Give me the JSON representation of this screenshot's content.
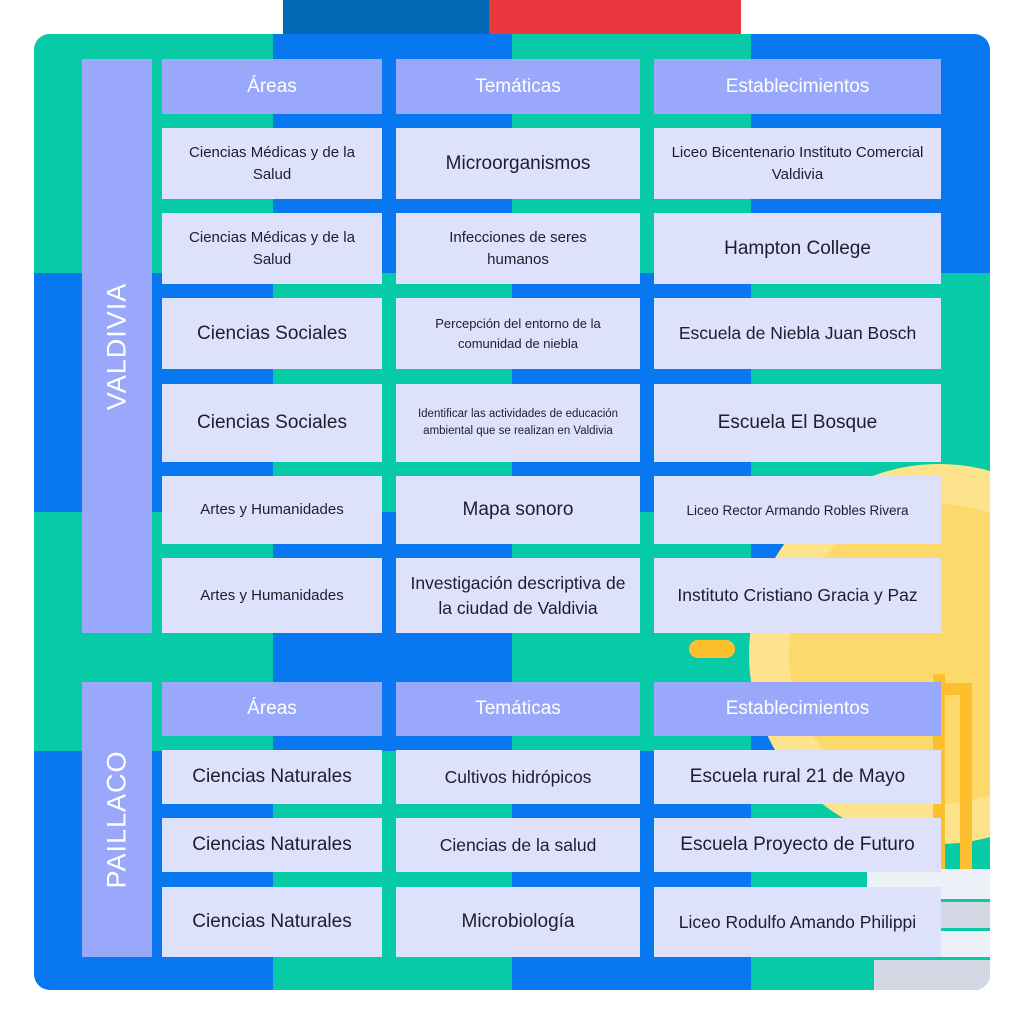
{
  "headers": {
    "areas": "Áreas",
    "tematicas": "Temáticas",
    "establecimientos": "Establecimientos"
  },
  "regions": [
    {
      "name": "VALDIVIA",
      "rows": [
        {
          "area": "Ciencias Médicas y de la Salud",
          "tematica": "Microorganismos",
          "establecimiento": "Liceo Bicentenario Instituto Comercial Valdivia"
        },
        {
          "area": "Ciencias Médicas y de la Salud",
          "tematica": "Infecciones de  seres humanos",
          "establecimiento": "Hampton College"
        },
        {
          "area": "Ciencias Sociales",
          "tematica": "Percepción del entorno de la comunidad de niebla",
          "establecimiento": "Escuela de Niebla Juan Bosch"
        },
        {
          "area": "Ciencias Sociales",
          "tematica": "Identificar las actividades de educación ambiental que se realizan en Valdivia",
          "establecimiento": "Escuela El Bosque"
        },
        {
          "area": "Artes y Humanidades",
          "tematica": "Mapa sonoro",
          "establecimiento": "Liceo Rector Armando Robles Rivera"
        },
        {
          "area": "Artes y Humanidades",
          "tematica": "Investigación descriptiva de la ciudad de Valdivia",
          "establecimiento": "Instituto Cristiano Gracia y Paz"
        }
      ]
    },
    {
      "name": "PAILLACO",
      "rows": [
        {
          "area": "Ciencias Naturales",
          "tematica": "Cultivos hidrópicos",
          "establecimiento": "Escuela rural 21 de Mayo"
        },
        {
          "area": "Ciencias Naturales",
          "tematica": "Ciencias de la salud",
          "establecimiento": "Escuela Proyecto de Futuro"
        },
        {
          "area": "Ciencias Naturales",
          "tematica": "Microbiología",
          "establecimiento": "Liceo Rodulfo Amando Philippi"
        }
      ]
    }
  ],
  "colors": {
    "board_blue": "#0878f0",
    "board_green": "#07cba6",
    "header_cell": "#9aa8fb",
    "body_cell": "#dde1fc",
    "bulb_yellow": "#fde48c",
    "flag_blue": "#0168b5",
    "flag_red": "#e8373d"
  },
  "icons": [
    "lightbulb-illustration"
  ]
}
